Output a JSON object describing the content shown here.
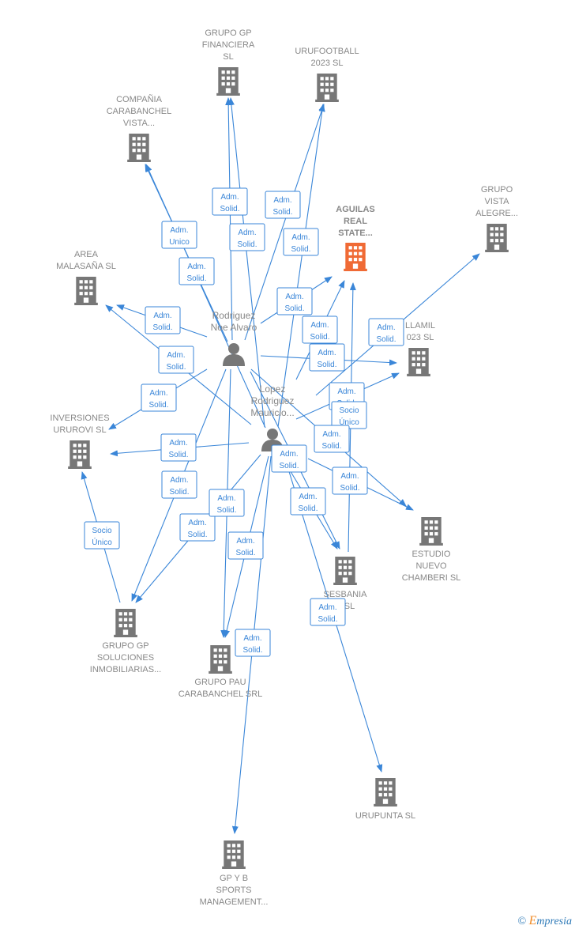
{
  "colors": {
    "edge": "#3a86d8",
    "company": "#777777",
    "highlight": "#f06a35",
    "person": "#777777",
    "text": "#888888"
  },
  "nodes": [
    {
      "id": "grupo_gp_financiera",
      "kind": "company",
      "lines": [
        "GRUPO GP",
        "FINANCIERA",
        "SL"
      ]
    },
    {
      "id": "urufootball",
      "kind": "company",
      "lines": [
        "URUFOOTBALL",
        "2023  SL"
      ]
    },
    {
      "id": "compania_carabanchel",
      "kind": "company",
      "lines": [
        "COMPAÑIA",
        "CARABANCHEL",
        "VISTA..."
      ]
    },
    {
      "id": "aguilas",
      "kind": "company",
      "highlight": true,
      "lines": [
        "AGUILAS",
        "REAL",
        "STATE..."
      ]
    },
    {
      "id": "grupo_vista_alegre",
      "kind": "company",
      "lines": [
        "GRUPO",
        "VISTA",
        "ALEGRE..."
      ]
    },
    {
      "id": "area_malasana",
      "kind": "company",
      "lines": [
        "AREA",
        "MALASAÑA  SL"
      ]
    },
    {
      "id": "llamil",
      "kind": "company",
      "lines": [
        "LLAMIL",
        "023  SL"
      ]
    },
    {
      "id": "inversiones_ururovi",
      "kind": "company",
      "lines": [
        "INVERSIONES",
        "URUROVI  SL"
      ]
    },
    {
      "id": "estudio_nuevo_chamberi",
      "kind": "company",
      "lines": [
        "ESTUDIO",
        "NUEVO",
        "CHAMBERI  SL"
      ]
    },
    {
      "id": "sesbania",
      "kind": "company",
      "lines": [
        "SESBANIA",
        "N  SL"
      ]
    },
    {
      "id": "grupo_gp_soluciones",
      "kind": "company",
      "lines": [
        "GRUPO GP",
        "SOLUCIONES",
        "INMOBILIARIAS..."
      ]
    },
    {
      "id": "grupo_pau_carabanchel",
      "kind": "company",
      "lines": [
        "GRUPO PAU",
        "CARABANCHEL SRL"
      ]
    },
    {
      "id": "urupunta",
      "kind": "company",
      "lines": [
        "URUPUNTA  SL"
      ]
    },
    {
      "id": "gp_y_b_sports",
      "kind": "company",
      "lines": [
        "GP Y B",
        "SPORTS",
        "MANAGEMENT..."
      ]
    },
    {
      "id": "rodriguez_noe",
      "kind": "person",
      "lines": [
        "Rodriguez",
        "Noe Alvaro"
      ]
    },
    {
      "id": "lopez_rodriguez",
      "kind": "person",
      "lines": [
        "Lopez",
        "Rodriguez",
        "Mauricio..."
      ]
    }
  ],
  "edges": [
    {
      "from": "rodriguez_noe",
      "to": "grupo_gp_financiera",
      "label": [
        "Adm.",
        "Solid."
      ]
    },
    {
      "from": "lopez_rodriguez",
      "to": "grupo_gp_financiera",
      "label": [
        "Adm.",
        "Solid."
      ]
    },
    {
      "from": "rodriguez_noe",
      "to": "urufootball",
      "label": [
        "Adm.",
        "Solid."
      ]
    },
    {
      "from": "lopez_rodriguez",
      "to": "urufootball",
      "label": [
        "Adm.",
        "Solid."
      ]
    },
    {
      "from": "rodriguez_noe",
      "to": "compania_carabanchel",
      "label": [
        "Adm.",
        "Unico"
      ]
    },
    {
      "from": "lopez_rodriguez",
      "to": "compania_carabanchel",
      "label": [
        "Adm.",
        "Solid."
      ]
    },
    {
      "from": "rodriguez_noe",
      "to": "aguilas",
      "label": [
        "Adm.",
        "Solid."
      ]
    },
    {
      "from": "lopez_rodriguez",
      "to": "aguilas",
      "label": [
        "Adm.",
        "Solid."
      ]
    },
    {
      "from": "lopez_rodriguez",
      "to": "grupo_vista_alegre",
      "label": [
        "Adm.",
        "Solid."
      ]
    },
    {
      "from": "rodriguez_noe",
      "to": "area_malasana",
      "label": [
        "Adm.",
        "Solid."
      ]
    },
    {
      "from": "lopez_rodriguez",
      "to": "area_malasana",
      "label": [
        "Adm.",
        "Solid."
      ]
    },
    {
      "from": "rodriguez_noe",
      "to": "llamil",
      "label": [
        "Adm.",
        "Solid."
      ]
    },
    {
      "from": "lopez_rodriguez",
      "to": "llamil",
      "label": [
        "Adm.",
        "Solid."
      ]
    },
    {
      "from": "rodriguez_noe",
      "to": "inversiones_ururovi",
      "label": [
        "Adm.",
        "Solid."
      ]
    },
    {
      "from": "lopez_rodriguez",
      "to": "inversiones_ururovi",
      "label": [
        "Adm.",
        "Solid."
      ]
    },
    {
      "from": "grupo_gp_soluciones",
      "to": "inversiones_ururovi",
      "label": [
        "Socio",
        "Único"
      ]
    },
    {
      "from": "sesbania",
      "to": "aguilas",
      "label": [
        "Socio",
        "Único"
      ]
    },
    {
      "from": "rodriguez_noe",
      "to": "estudio_nuevo_chamberi",
      "label": [
        "Adm.",
        "Solid."
      ]
    },
    {
      "from": "lopez_rodriguez",
      "to": "estudio_nuevo_chamberi",
      "label": [
        "Adm.",
        "Solid."
      ]
    },
    {
      "from": "rodriguez_noe",
      "to": "sesbania",
      "label": [
        "Adm.",
        "Solid."
      ]
    },
    {
      "from": "lopez_rodriguez",
      "to": "sesbania",
      "label": [
        "Adm.",
        "Solid."
      ]
    },
    {
      "from": "rodriguez_noe",
      "to": "grupo_gp_soluciones",
      "label": [
        "Adm.",
        "Solid."
      ]
    },
    {
      "from": "lopez_rodriguez",
      "to": "grupo_gp_soluciones",
      "label": [
        "Adm.",
        "Solid."
      ]
    },
    {
      "from": "rodriguez_noe",
      "to": "grupo_pau_carabanchel",
      "label": [
        "Adm.",
        "Solid."
      ]
    },
    {
      "from": "lopez_rodriguez",
      "to": "grupo_pau_carabanchel",
      "label": [
        "Adm.",
        "Solid."
      ]
    },
    {
      "from": "lopez_rodriguez",
      "to": "urupunta",
      "label": [
        "Adm.",
        "Solid."
      ]
    },
    {
      "from": "lopez_rodriguez",
      "to": "gp_y_b_sports",
      "label": [
        "Adm.",
        "Solid."
      ]
    }
  ],
  "footer": {
    "copyright": "©",
    "brand_initial": "E",
    "brand_rest": "mpresia"
  }
}
